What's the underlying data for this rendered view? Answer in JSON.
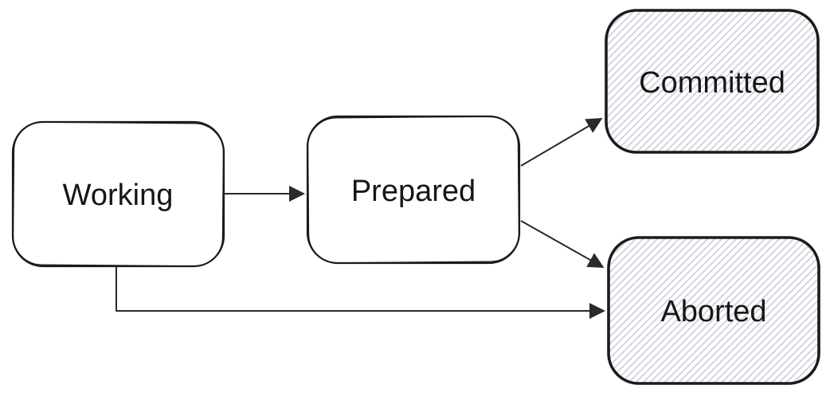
{
  "diagram": {
    "type": "state-diagram",
    "nodes": [
      {
        "id": "working",
        "label": "Working",
        "fill_style": "solid"
      },
      {
        "id": "prepared",
        "label": "Prepared",
        "fill_style": "solid"
      },
      {
        "id": "committed",
        "label": "Committed",
        "fill_style": "hatch"
      },
      {
        "id": "aborted",
        "label": "Aborted",
        "fill_style": "hatch"
      }
    ],
    "edges": [
      {
        "from": "working",
        "to": "prepared",
        "style": "straight-arrow"
      },
      {
        "from": "prepared",
        "to": "committed",
        "style": "straight-arrow"
      },
      {
        "from": "prepared",
        "to": "aborted",
        "style": "straight-arrow"
      },
      {
        "from": "working",
        "to": "aborted",
        "style": "elbow-arrow"
      }
    ]
  },
  "colors": {
    "background": "#ffffff",
    "node_fill": "#ffffff",
    "node_border": "#1b1b1b",
    "edge_stroke": "#2a2a2a",
    "text": "#161616",
    "hatch_line": "#ccd2dc"
  }
}
